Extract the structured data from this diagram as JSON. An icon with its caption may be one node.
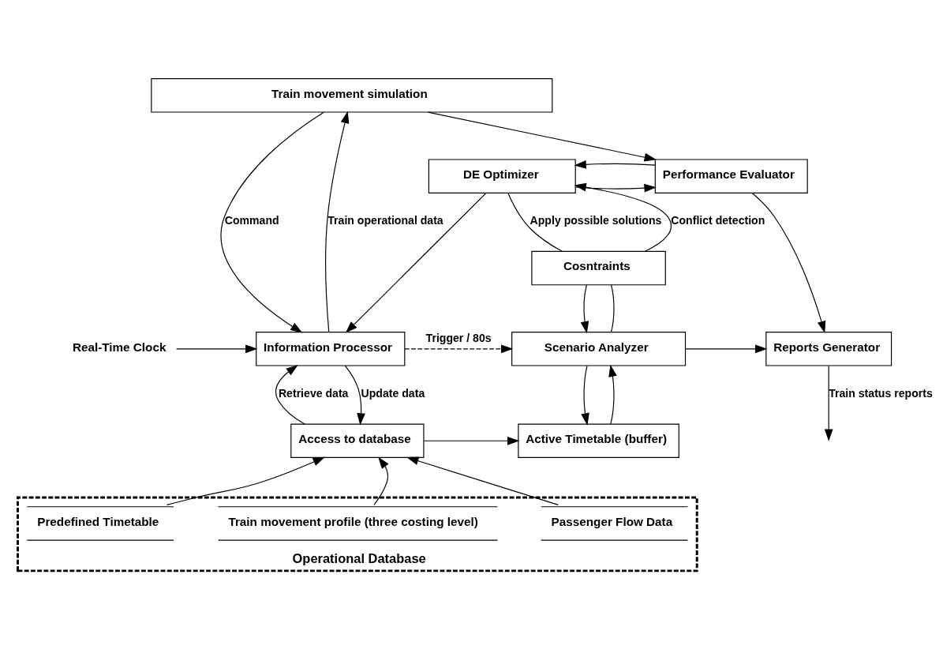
{
  "diagram": {
    "nodes": [
      {
        "text": [
          "Train movement simulation"
        ]
      },
      {
        "text": [
          "DE Optimizer"
        ]
      },
      {
        "text": [
          "Performance Evaluator"
        ]
      },
      {
        "text": [
          "Cosntraints"
        ]
      },
      {
        "text": [
          "Real-Time Clock"
        ]
      },
      {
        "text": [
          "Information Processor"
        ]
      },
      {
        "text": [
          "Scenario Analyzer"
        ]
      },
      {
        "text": [
          "Reports Generator"
        ]
      },
      {
        "text": [
          "Access to database"
        ]
      },
      {
        "text": [
          "Active Timetable (buffer)"
        ]
      },
      {
        "text": [
          "Operational Database"
        ]
      },
      {
        "text": [
          "Train movement profile (three costing level)"
        ],
        "in": 10
      },
      {
        "text": [
          "Predefined Timetable"
        ],
        "in": 10
      },
      {
        "text": [
          "Passenger Flow Data"
        ],
        "in": 10
      }
    ],
    "edges": [
      {
        "from": 0,
        "to": 5,
        "arrow": "to",
        "label": "Command"
      },
      {
        "from": 5,
        "to": 0,
        "arrow": "to",
        "label": "Train operational data"
      },
      {
        "from": 0,
        "to": 2,
        "arrow": "to"
      },
      {
        "from": 1,
        "to": 5,
        "arrow": "to"
      },
      {
        "from": 1,
        "to": 2,
        "arrow": "to"
      },
      {
        "from": 2,
        "to": 1,
        "arrow": "to"
      },
      {
        "from": 1,
        "to": 3,
        "arrow": "none",
        "label": "Apply possible solutions"
      },
      {
        "from": 3,
        "to": 6,
        "arrow": "to"
      },
      {
        "from": 6,
        "to": 3,
        "arrow": "none"
      },
      {
        "from": 3,
        "to": 1,
        "arrow": "to",
        "label": "Conflict detection"
      },
      {
        "from": 4,
        "to": 5,
        "arrow": "to"
      },
      {
        "from": 5,
        "to": 6,
        "arrow": "to",
        "label": "Trigger / 80s",
        "style": "dashed"
      },
      {
        "from": 6,
        "to": 7,
        "arrow": "to"
      },
      {
        "from": 2,
        "to": 7,
        "arrow": "to"
      },
      {
        "from": 7,
        "to": null,
        "arrow": "to",
        "label": "Train status reports"
      },
      {
        "from": 5,
        "to": 8,
        "arrow": "to",
        "label": "Update data"
      },
      {
        "from": 8,
        "to": 5,
        "arrow": "to",
        "label": "Retrieve data"
      },
      {
        "from": 8,
        "to": 9,
        "arrow": "to"
      },
      {
        "from": 9,
        "to": 6,
        "arrow": "to"
      },
      {
        "from": 6,
        "to": 9,
        "arrow": "to"
      },
      {
        "from": 11,
        "to": 8,
        "arrow": "to"
      },
      {
        "from": 12,
        "to": 8,
        "arrow": "to"
      },
      {
        "from": 13,
        "to": 8,
        "arrow": "to"
      }
    ]
  }
}
